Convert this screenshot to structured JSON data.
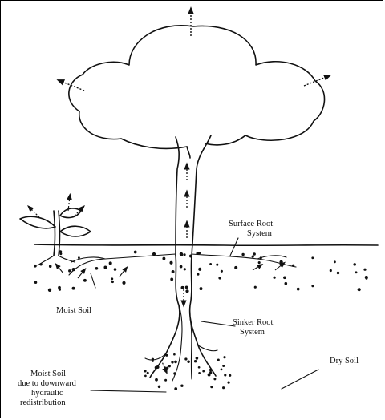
{
  "labels": {
    "surface_root_line1": "Surface Root",
    "surface_root_line2": "System",
    "sinker_root_line1": "Sinker Root",
    "sinker_root_line2": "System",
    "moist_soil": "Moist Soil",
    "dry_soil": "Dry Soil",
    "redistribution_line1": "Moist Soil",
    "redistribution_line2": "due to downward",
    "redistribution_line3": "hydraulic",
    "redistribution_line4": "redistribution"
  }
}
